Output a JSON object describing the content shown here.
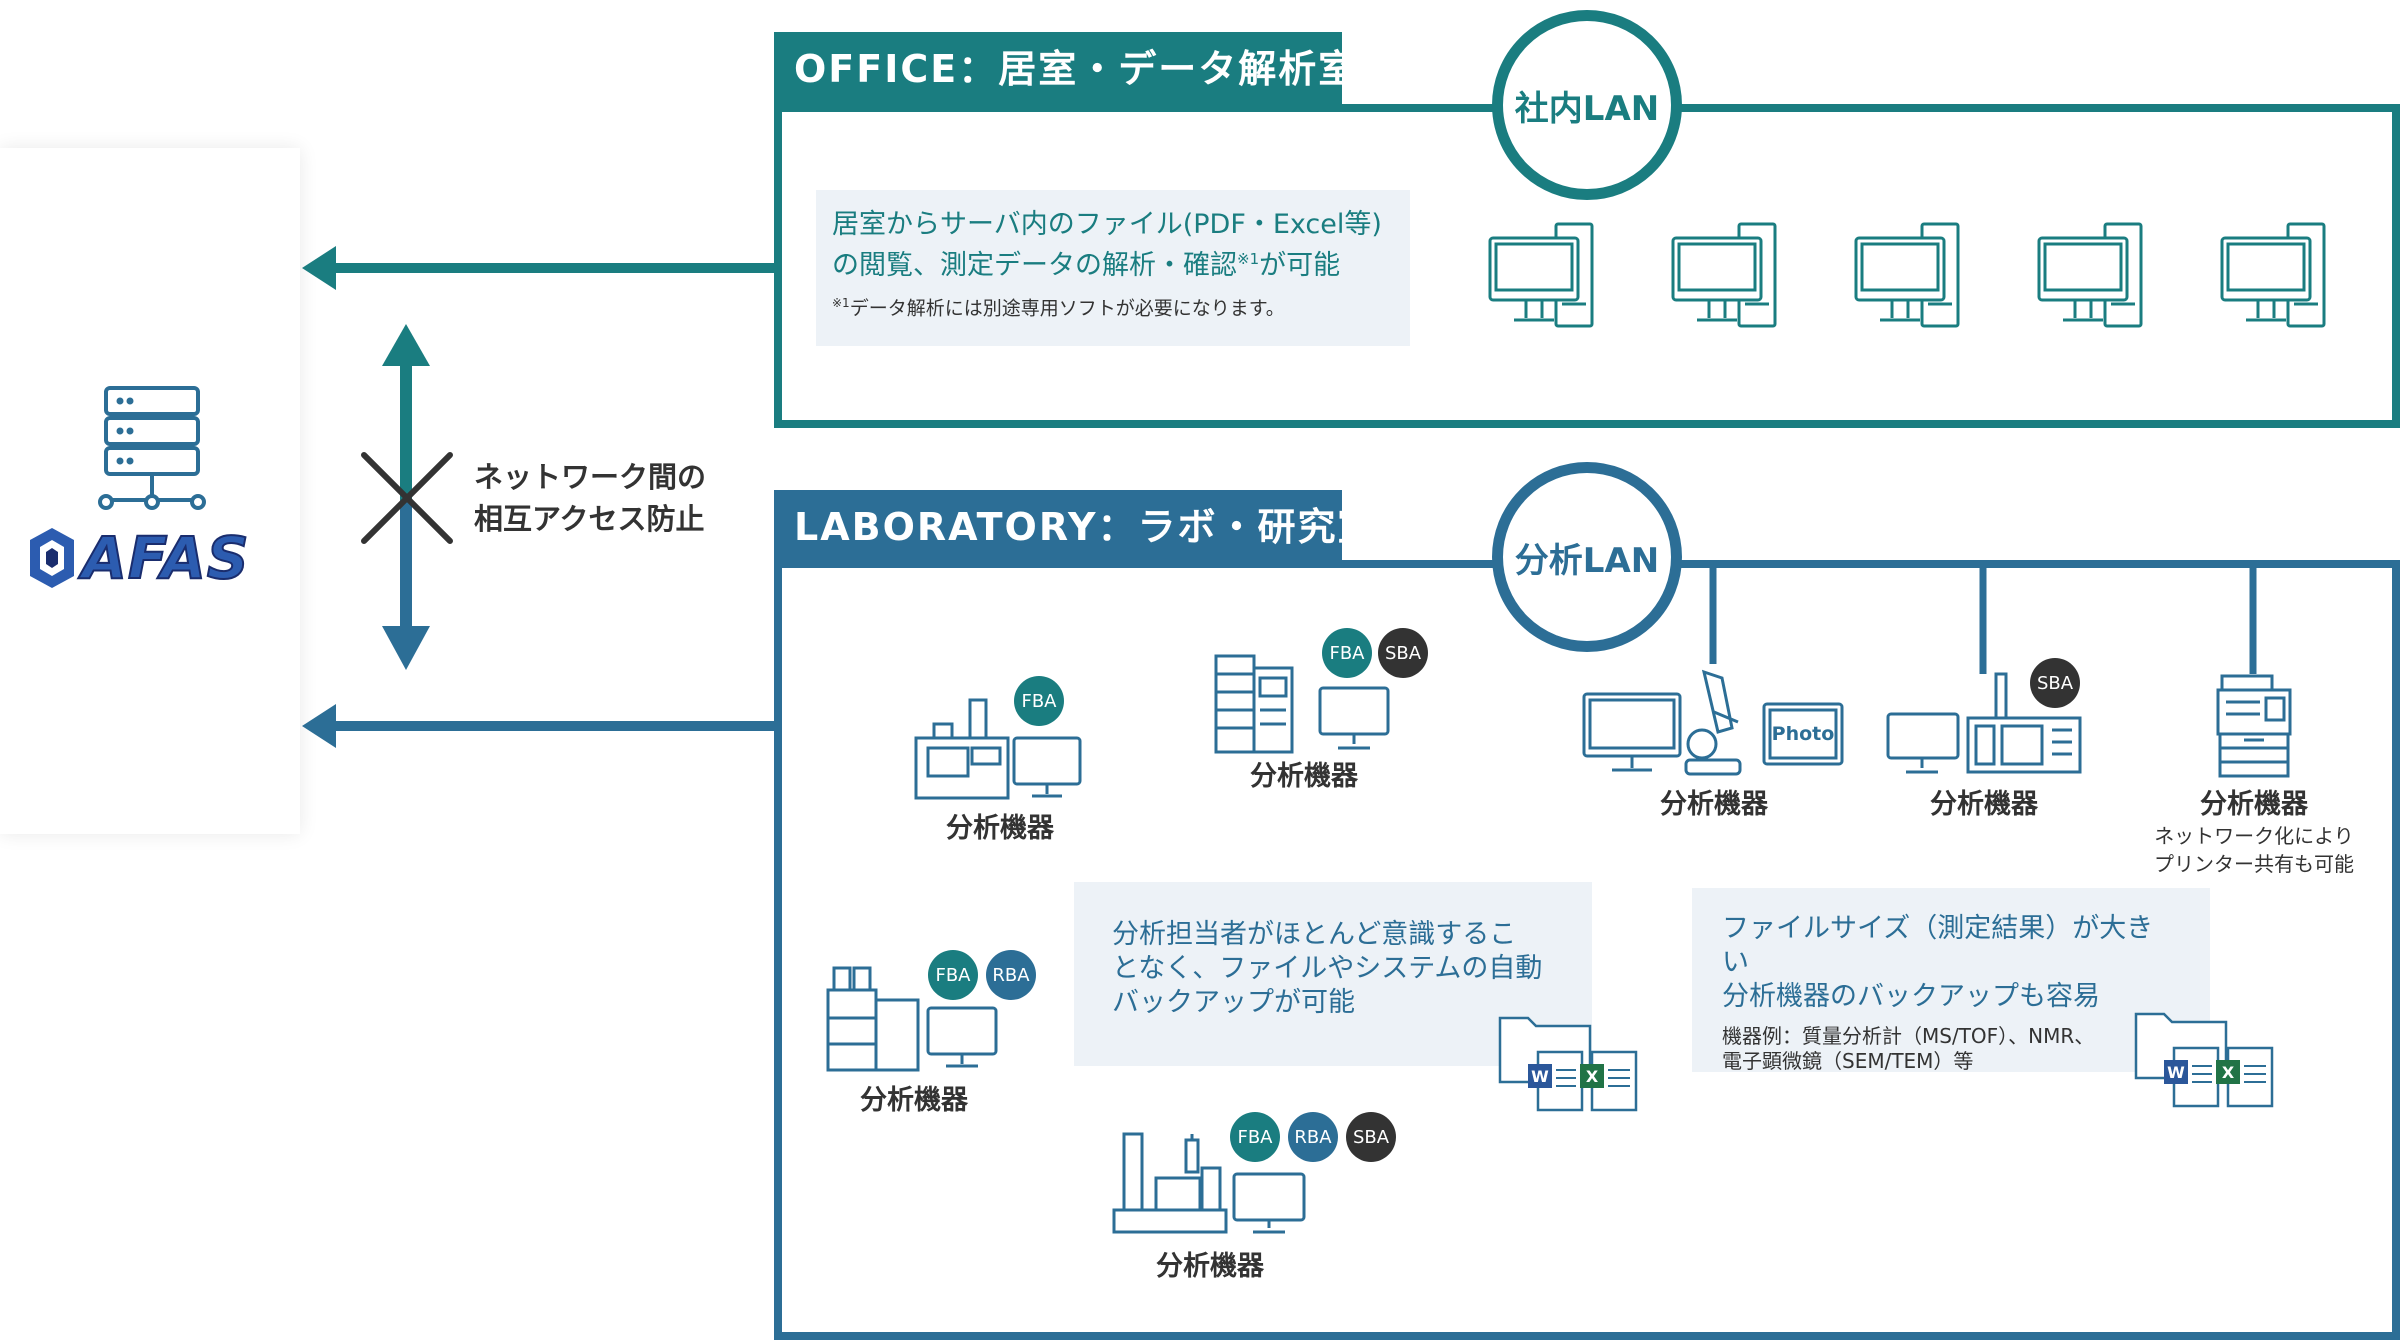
{
  "colors": {
    "office": "#1a7d80",
    "lab": "#2c6e96",
    "note_bg": "#edf2f7",
    "badge_fba": "#1a7d80",
    "badge_rba": "#2c6e96",
    "badge_sba": "#333333"
  },
  "brand": {
    "logo_text": "AFAS"
  },
  "middle": {
    "block_label_line1": "ネットワーク間の",
    "block_label_line2": "相互アクセス防止"
  },
  "office": {
    "title": "OFFICE：居室・データ解析室",
    "lan_label": "社内LAN",
    "note_line1": "居室からサーバ内のファイル(PDF・Excel等)",
    "note_line2_a": "の閲覧、測定データの解析・確認",
    "note_line2_sup": "※1",
    "note_line2_b": "が可能",
    "footnote_mark": "※1",
    "footnote_text": "データ解析には別途専用ソフトが必要になります。"
  },
  "lab": {
    "title": "LABORATORY：ラボ・研究室",
    "lan_label": "分析LAN",
    "device_label": "分析機器",
    "printer_note_line1": "ネットワーク化により",
    "printer_note_line2": "プリンター共有も可能",
    "photo_label": "Photo",
    "note1_line1": "分析担当者がほとんど意識するこ",
    "note1_line2": "となく、ファイルやシステムの自動",
    "note1_line3": "バックアップが可能",
    "note2_line1": "ファイルサイズ（測定結果）が大きい",
    "note2_line2": "分析機器のバックアップも容易",
    "note2_sub1": "機器例：質量分析計（MS/TOF）、NMR、",
    "note2_sub2": "電子顕微鏡（SEM/TEM）等",
    "badges": {
      "fba": "FBA",
      "rba": "RBA",
      "sba": "SBA"
    },
    "file_icons": {
      "word": "W",
      "excel": "X"
    }
  }
}
